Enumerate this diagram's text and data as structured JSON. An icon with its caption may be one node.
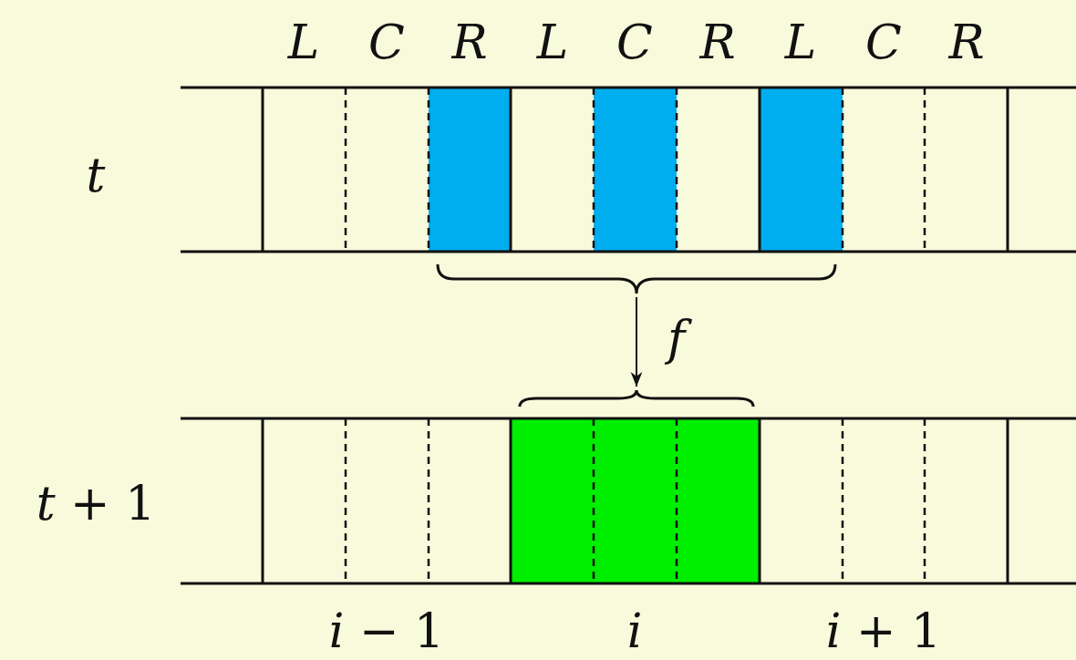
{
  "diagram": {
    "nodes": [
      {
        "text": [],
        "shape": "brace"
      },
      {
        "text": [],
        "shape": "brace"
      }
    ],
    "edges": [
      {
        "from": 0,
        "to": 1,
        "arrow": "to",
        "label": "f"
      }
    ],
    "labels": [
      "L",
      "C",
      "R",
      "L",
      "C",
      "R",
      "L",
      "C",
      "R",
      "t",
      "*t* + 1",
      "*i* − 1",
      "*i*",
      "*i* + 1"
    ]
  }
}
